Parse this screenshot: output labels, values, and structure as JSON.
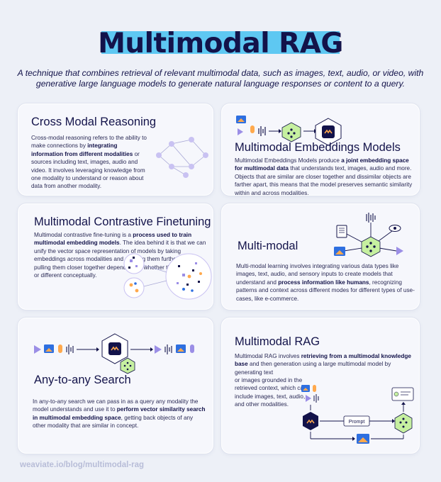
{
  "header": {
    "title": "Multimodal RAG",
    "subtitle": "A technique that combines retrieval of relevant multimodal data, such as images, text, audio, or video, with generative large language models to generate natural language responses or content to a query."
  },
  "cards": {
    "cross_modal": {
      "title": "Cross Modal Reasoning",
      "body": [
        {
          "t": "Cross-modal reasoning refers to the ability to make connections by ",
          "b": false
        },
        {
          "t": "integrating information from different modalities",
          "b": true
        },
        {
          "t": " or sources including text, images, audio and video. It involves leveraging knowledge from one modality to understand or reason about data from another modality.",
          "b": false
        }
      ]
    },
    "embeddings": {
      "title": "Multimodal Embeddings Models",
      "body": [
        {
          "t": "Multimodal Embeddings Models produce ",
          "b": false
        },
        {
          "t": "a joint embedding space for multimodal data",
          "b": true
        },
        {
          "t": " that understands text, images, audio and more. Objects that are similar are closer together and dissimilar objects are farther apart, this means that the model preserves semantic similarity within and across modalities.",
          "b": false
        }
      ]
    },
    "contrastive": {
      "title": "Multimodal Contrastive Finetuning",
      "body": [
        {
          "t": "Multimodal contrastive fine-tuning is a ",
          "b": false
        },
        {
          "t": "process used to train multimodal embedding models",
          "b": true
        },
        {
          "t": ". The idea behind it is that we can unify the vector space representation of models by taking embeddings across modalities and pushing them further apart or pulling them closer together depending on whether they are similar or different conceptually.",
          "b": false
        }
      ]
    },
    "multimodal": {
      "title": "Multi-modal",
      "body": [
        {
          "t": "Multi-modal learning involves integrating various data types like images, text, audio, and sensory inputs to create models that understand and ",
          "b": false
        },
        {
          "t": "process information like humans",
          "b": true
        },
        {
          "t": ", recognizing patterns and context across different modes for different types of use-cases, like e-commerce.",
          "b": false
        }
      ]
    },
    "any_to_any": {
      "title": "Any-to-any Search",
      "body": [
        {
          "t": "In any-to-any search we can pass in as a query any modality the model understands and use it to ",
          "b": false
        },
        {
          "t": "perform vector similarity search in multimodal embedding space",
          "b": true
        },
        {
          "t": ", getting back objects of any other modality that are similar in concept.",
          "b": false
        }
      ]
    },
    "rag": {
      "title": "Multimodal RAG",
      "body": [
        {
          "t": "Multimodal RAG involves ",
          "b": false
        },
        {
          "t": "retrieving from a multimodal knowledge base",
          "b": true
        },
        {
          "t": " and then generation using a large multimodal model by generating text or images grounded in the retrieved context, which can include images, text, audio, and other modalities.",
          "b": false
        }
      ],
      "prompt_label": "Prompt"
    }
  },
  "footer": "weaviate.io/blog/multimodal-rag",
  "colors": {
    "navy": "#13134a",
    "title_highlight": "#5ec8f2",
    "green": "#c6f0a0",
    "purple": "#9b8ee6",
    "blue": "#2e6fe0",
    "orange": "#ffa94d"
  }
}
